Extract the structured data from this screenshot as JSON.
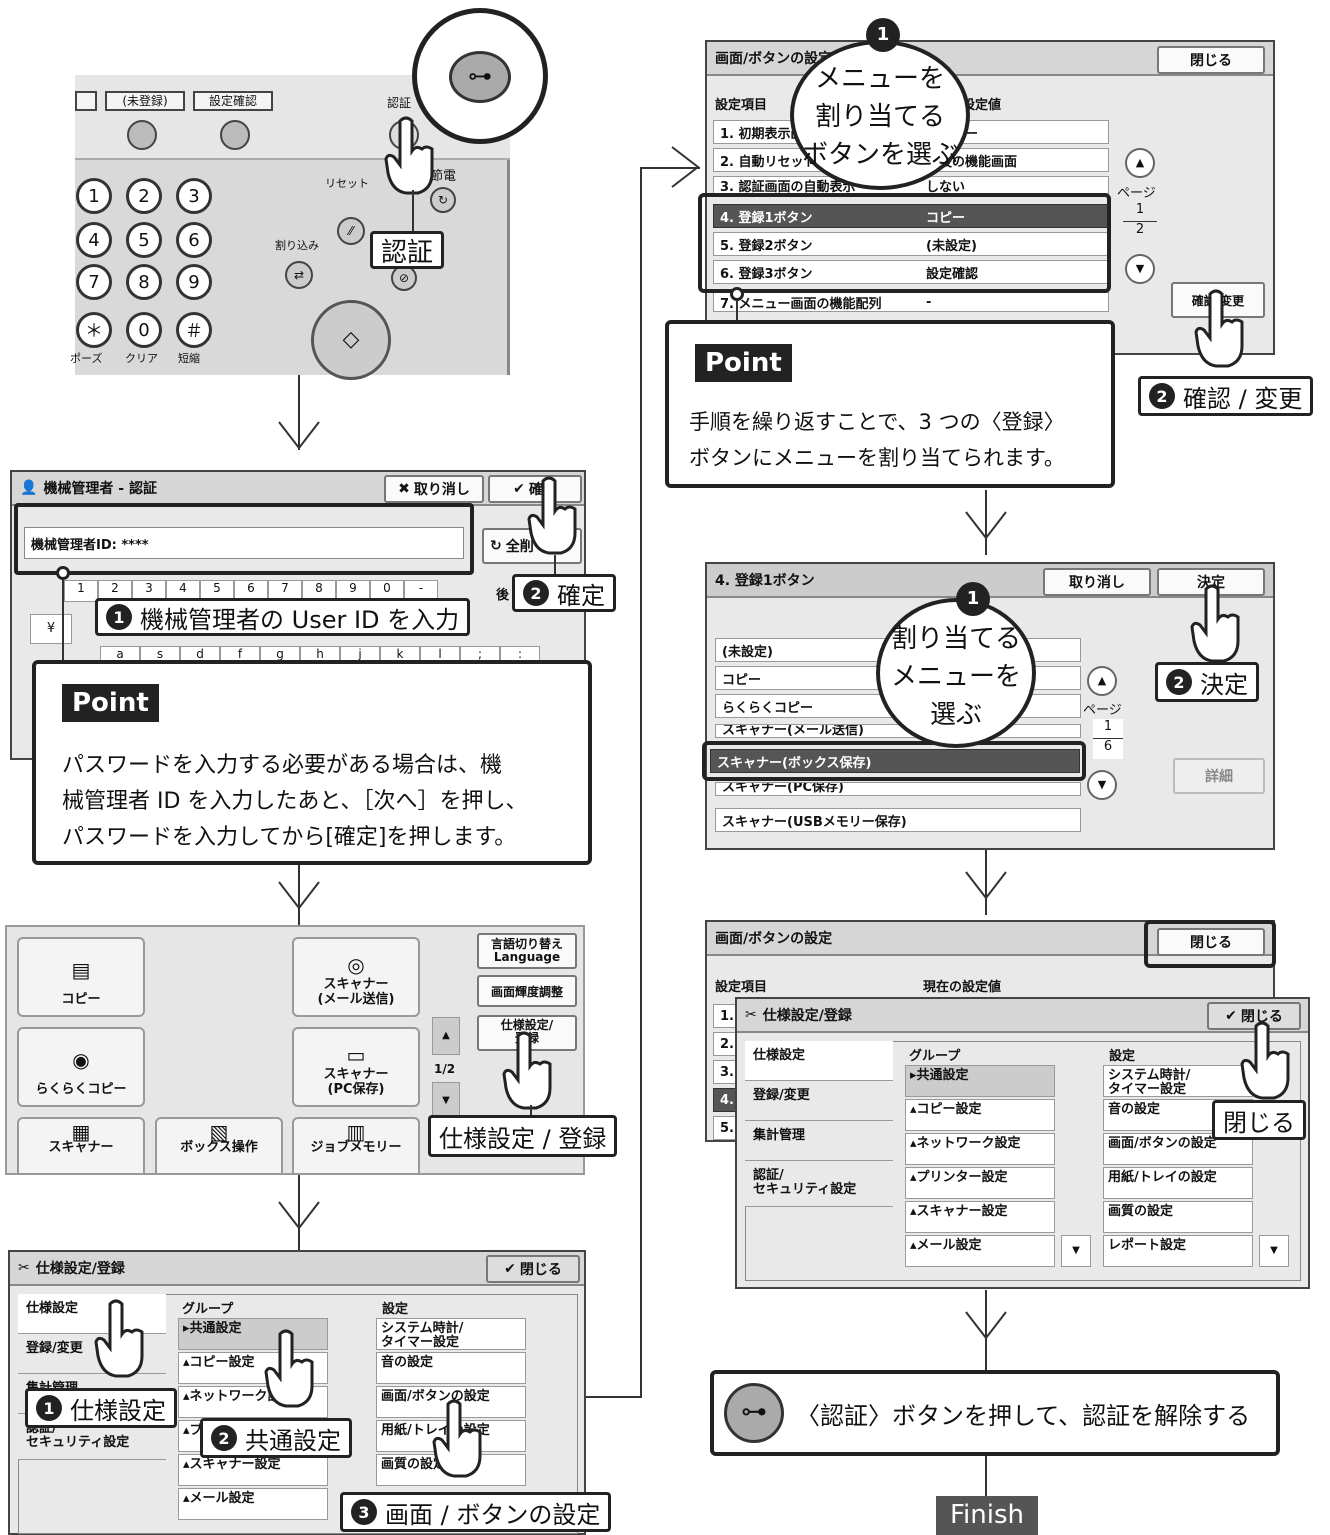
{
  "control_panel": {
    "buttons": [
      "(未登録)",
      "設定確認"
    ],
    "auth_label": "認証",
    "power_label": "節電",
    "reset_label": "リセット",
    "interrupt_label": "割り込み",
    "keys": [
      "1",
      "2",
      "3",
      "4",
      "5",
      "6",
      "7",
      "8",
      "9",
      "＊",
      "0",
      "＃"
    ],
    "key_labels": [
      "ポーズ",
      "クリア",
      "短縮"
    ],
    "callout": "認証"
  },
  "auth_dialog": {
    "title": "機械管理者 - 認証",
    "cancel": "取り消し",
    "confirm": "確定",
    "field": "機械管理者ID: ****",
    "all_clear": "全削",
    "back": "後",
    "keyboard_row1": [
      "1",
      "2",
      "3",
      "4",
      "5",
      "6",
      "7",
      "8",
      "9",
      "0",
      "-"
    ],
    "yen": "¥",
    "keyboard_row2": [
      "a",
      "s",
      "d",
      "f",
      "g",
      "h",
      "j",
      "k",
      "l",
      ";",
      ":"
    ],
    "step1": "機械管理者の User ID を入力",
    "step2": "確定",
    "point_label": "Point",
    "point_lines": [
      "パスワードを入力する必要がある場合は、機",
      "械管理者 ID を入力したあと、［次へ］を押し、",
      "パスワードを入力してから[確定]を押します。"
    ]
  },
  "menu_screen": {
    "tiles": [
      "コピー",
      "スキャナー\n(メール送信)",
      "らくらくコピー",
      "スキャナー\n(PC保存)",
      "スキャナー",
      "ボックス操作",
      "ジョブメモリー"
    ],
    "side_buttons": [
      "言語切り替え\nLanguage",
      "画面輝度調整",
      "仕様設定/\n登録"
    ],
    "page": "1/2",
    "callout": "仕様設定 / 登録"
  },
  "spec_screen": {
    "title": "仕様設定/登録",
    "close": "閉じる",
    "side": [
      "仕様設定",
      "登録/変更",
      "集計管理",
      "認証/\nセキュリティ設定"
    ],
    "group_header": "グループ",
    "groups": [
      "共通設定",
      "コピー設定",
      "ネットワーク設定",
      "プリンター設定",
      "スキャナー設定",
      "メール設定"
    ],
    "setting_header": "設定",
    "settings": [
      "システム時計/\nタイマー設定",
      "音の設定",
      "画面/ボタンの設定",
      "用紙/トレイの設定",
      "画質の設定",
      "レポート設定"
    ],
    "step1": "仕様設定",
    "step2": "共通設定",
    "step3": "画面 / ボタンの設定"
  },
  "button_screen": {
    "title": "画面/ボタンの設定",
    "close": "閉じる",
    "col1": "設定項目",
    "col2": "現在の設定値",
    "rows": [
      {
        "item": "1. 初期表示画面",
        "value": "メニュー"
      },
      {
        "item": "2. 自動リセット後の画面",
        "value": "最後の機能画面"
      },
      {
        "item": "3. 認証画面の自動表示",
        "value": "しない"
      },
      {
        "item": "4. 登録1ボタン",
        "value": "コピー"
      },
      {
        "item": "5. 登録2ボタン",
        "value": "(未設定)"
      },
      {
        "item": "6. 登録3ボタン",
        "value": "設定確認"
      },
      {
        "item": "7. メニュー画面の機能配列",
        "value": "-"
      }
    ],
    "page_label": "ページ",
    "page_num": "1",
    "page_total": "2",
    "confirm_change": "確認/変更",
    "bubble": [
      "メニューを",
      "割り当てる",
      "ボタンを選ぶ"
    ],
    "step2": "確認 / 変更",
    "point_label": "Point",
    "point_lines": [
      "手順を繰り返すことで、3 つの〈登録〉",
      "ボタンにメニューを割り当てられます。"
    ]
  },
  "assign_screen": {
    "title": "4. 登録1ボタン",
    "cancel": "取り消し",
    "decide": "決定",
    "items": [
      "(未設定)",
      "コピー",
      "らくらくコピー",
      "スキャナー(メール送信)",
      "スキャナー(ボックス保存)",
      "スキャナー(PC保存)",
      "スキャナー(USBメモリー保存)"
    ],
    "page_label": "ページ",
    "page_num": "1",
    "page_total": "6",
    "detail": "詳細",
    "bubble": [
      "割り当てる",
      "メニューを",
      "選ぶ"
    ],
    "step2": "決定"
  },
  "close_screen": {
    "title": "画面/ボタンの設定",
    "close": "閉じる",
    "col1": "設定項目",
    "col2": "現在の設定値",
    "row_nums": [
      "1.",
      "2.",
      "3.",
      "4.",
      "5."
    ],
    "inner_title": "仕様設定/登録",
    "inner_close": "閉じる",
    "callout": "閉じる"
  },
  "finish_box": {
    "text": "〈認証〉ボタンを押して、認証を解除する"
  },
  "finish_label": "Finish"
}
